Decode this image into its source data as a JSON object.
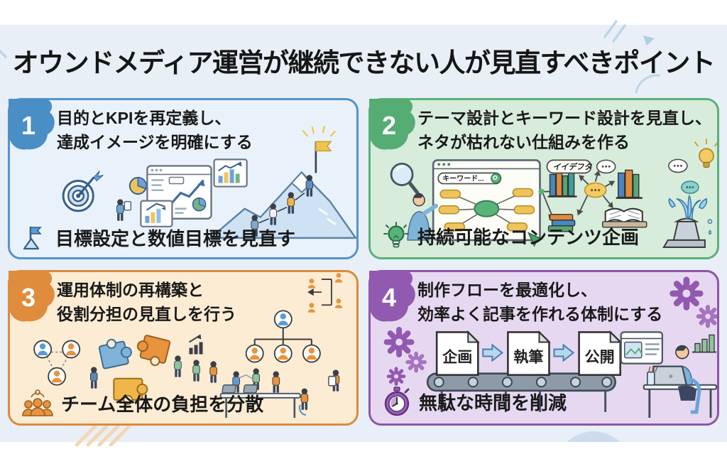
{
  "page": {
    "title": "オウンドメディア運営が継続できない人が見直すべきポイント",
    "band_color": "#e8eff6",
    "title_color": "#161616"
  },
  "cards": [
    {
      "number": "1",
      "accent": "#4a8ec6",
      "border": "#5494c9",
      "background": "#e9f2fa",
      "title_line1": "目的とKPIを再定義し、",
      "title_line2": "達成イメージを明確にする",
      "bottom_icon": "flag-on-peak-icon",
      "bottom_label": "目標設定と数値目標を見直す"
    },
    {
      "number": "2",
      "accent": "#55ad73",
      "border": "#5bb079",
      "background": "#d8ecdb",
      "title_line1": "テーマ設計とキーワード設計を見直し、",
      "title_line2": "ネタが枯れない仕組みを作る",
      "bottom_icon": "lightbulb-icon",
      "bottom_label": "持続可能なコンテンツ企画",
      "labels": {
        "search_box": "キーワード...",
        "idea_bubble": "イイデフタ"
      }
    },
    {
      "number": "3",
      "accent": "#e08c3d",
      "border": "#dd8a3d",
      "background": "#fcecd3",
      "title_line1": "運用体制の再構築と",
      "title_line2": "役割分担の見直しを行う",
      "bottom_icon": "team-icon",
      "bottom_label": "チーム全体の負担を分散"
    },
    {
      "number": "4",
      "accent": "#9259b1",
      "border": "#8f55ab",
      "background": "#e7d8f1",
      "title_line1": "制作フローを最適化し、",
      "title_line2": "効率よく記事を作れる体制にする",
      "bottom_icon": "stopwatch-icon",
      "bottom_label": "無駄な時間を削減",
      "flow_steps": [
        "企画",
        "執筆",
        "公開"
      ]
    }
  ]
}
